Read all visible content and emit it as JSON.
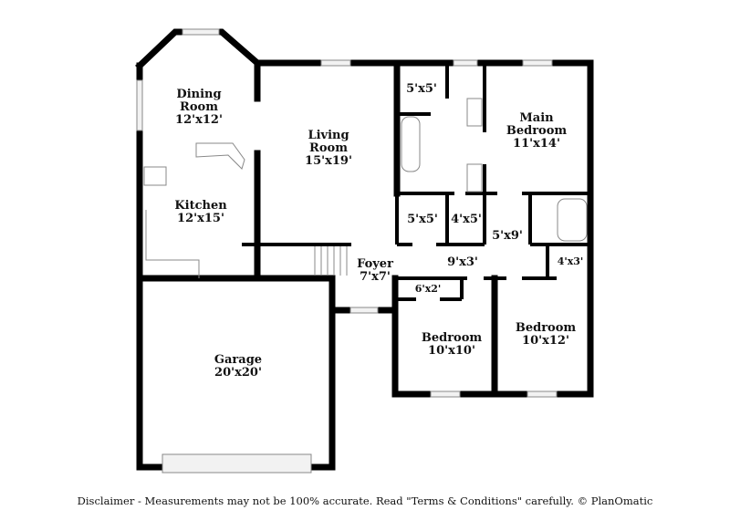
{
  "rooms": {
    "dining": {
      "name_1": "Dining",
      "name_2": "Room",
      "size": "12'x12'"
    },
    "living": {
      "name_1": "Living",
      "name_2": "Room",
      "size": "15'x19'"
    },
    "kitchen": {
      "name": "Kitchen",
      "size": "12'x15'"
    },
    "main_bedroom": {
      "name_1": "Main",
      "name_2": "Bedroom",
      "size": "11'x14'"
    },
    "closet_top": {
      "size": "5'x5'"
    },
    "closet_mid": {
      "size": "5'x5'"
    },
    "closet_small": {
      "size": "4'x5'"
    },
    "bath_hall": {
      "size": "5'x9'"
    },
    "hall": {
      "size": "9'x3'"
    },
    "linen": {
      "size": "4'x3'"
    },
    "foyer": {
      "name": "Foyer",
      "size": "7'x7'"
    },
    "closet_bed": {
      "size": "6'x2'"
    },
    "bedroom_2": {
      "name": "Bedroom",
      "size": "10'x10'"
    },
    "bedroom_3": {
      "name": "Bedroom",
      "size": "10'x12'"
    },
    "garage": {
      "name": "Garage",
      "size": "20'x20'"
    }
  },
  "disclaimer": "Disclaimer - Measurements may not be 100% accurate. Read \"Terms & Conditions\" carefully. © PlanOmatic"
}
